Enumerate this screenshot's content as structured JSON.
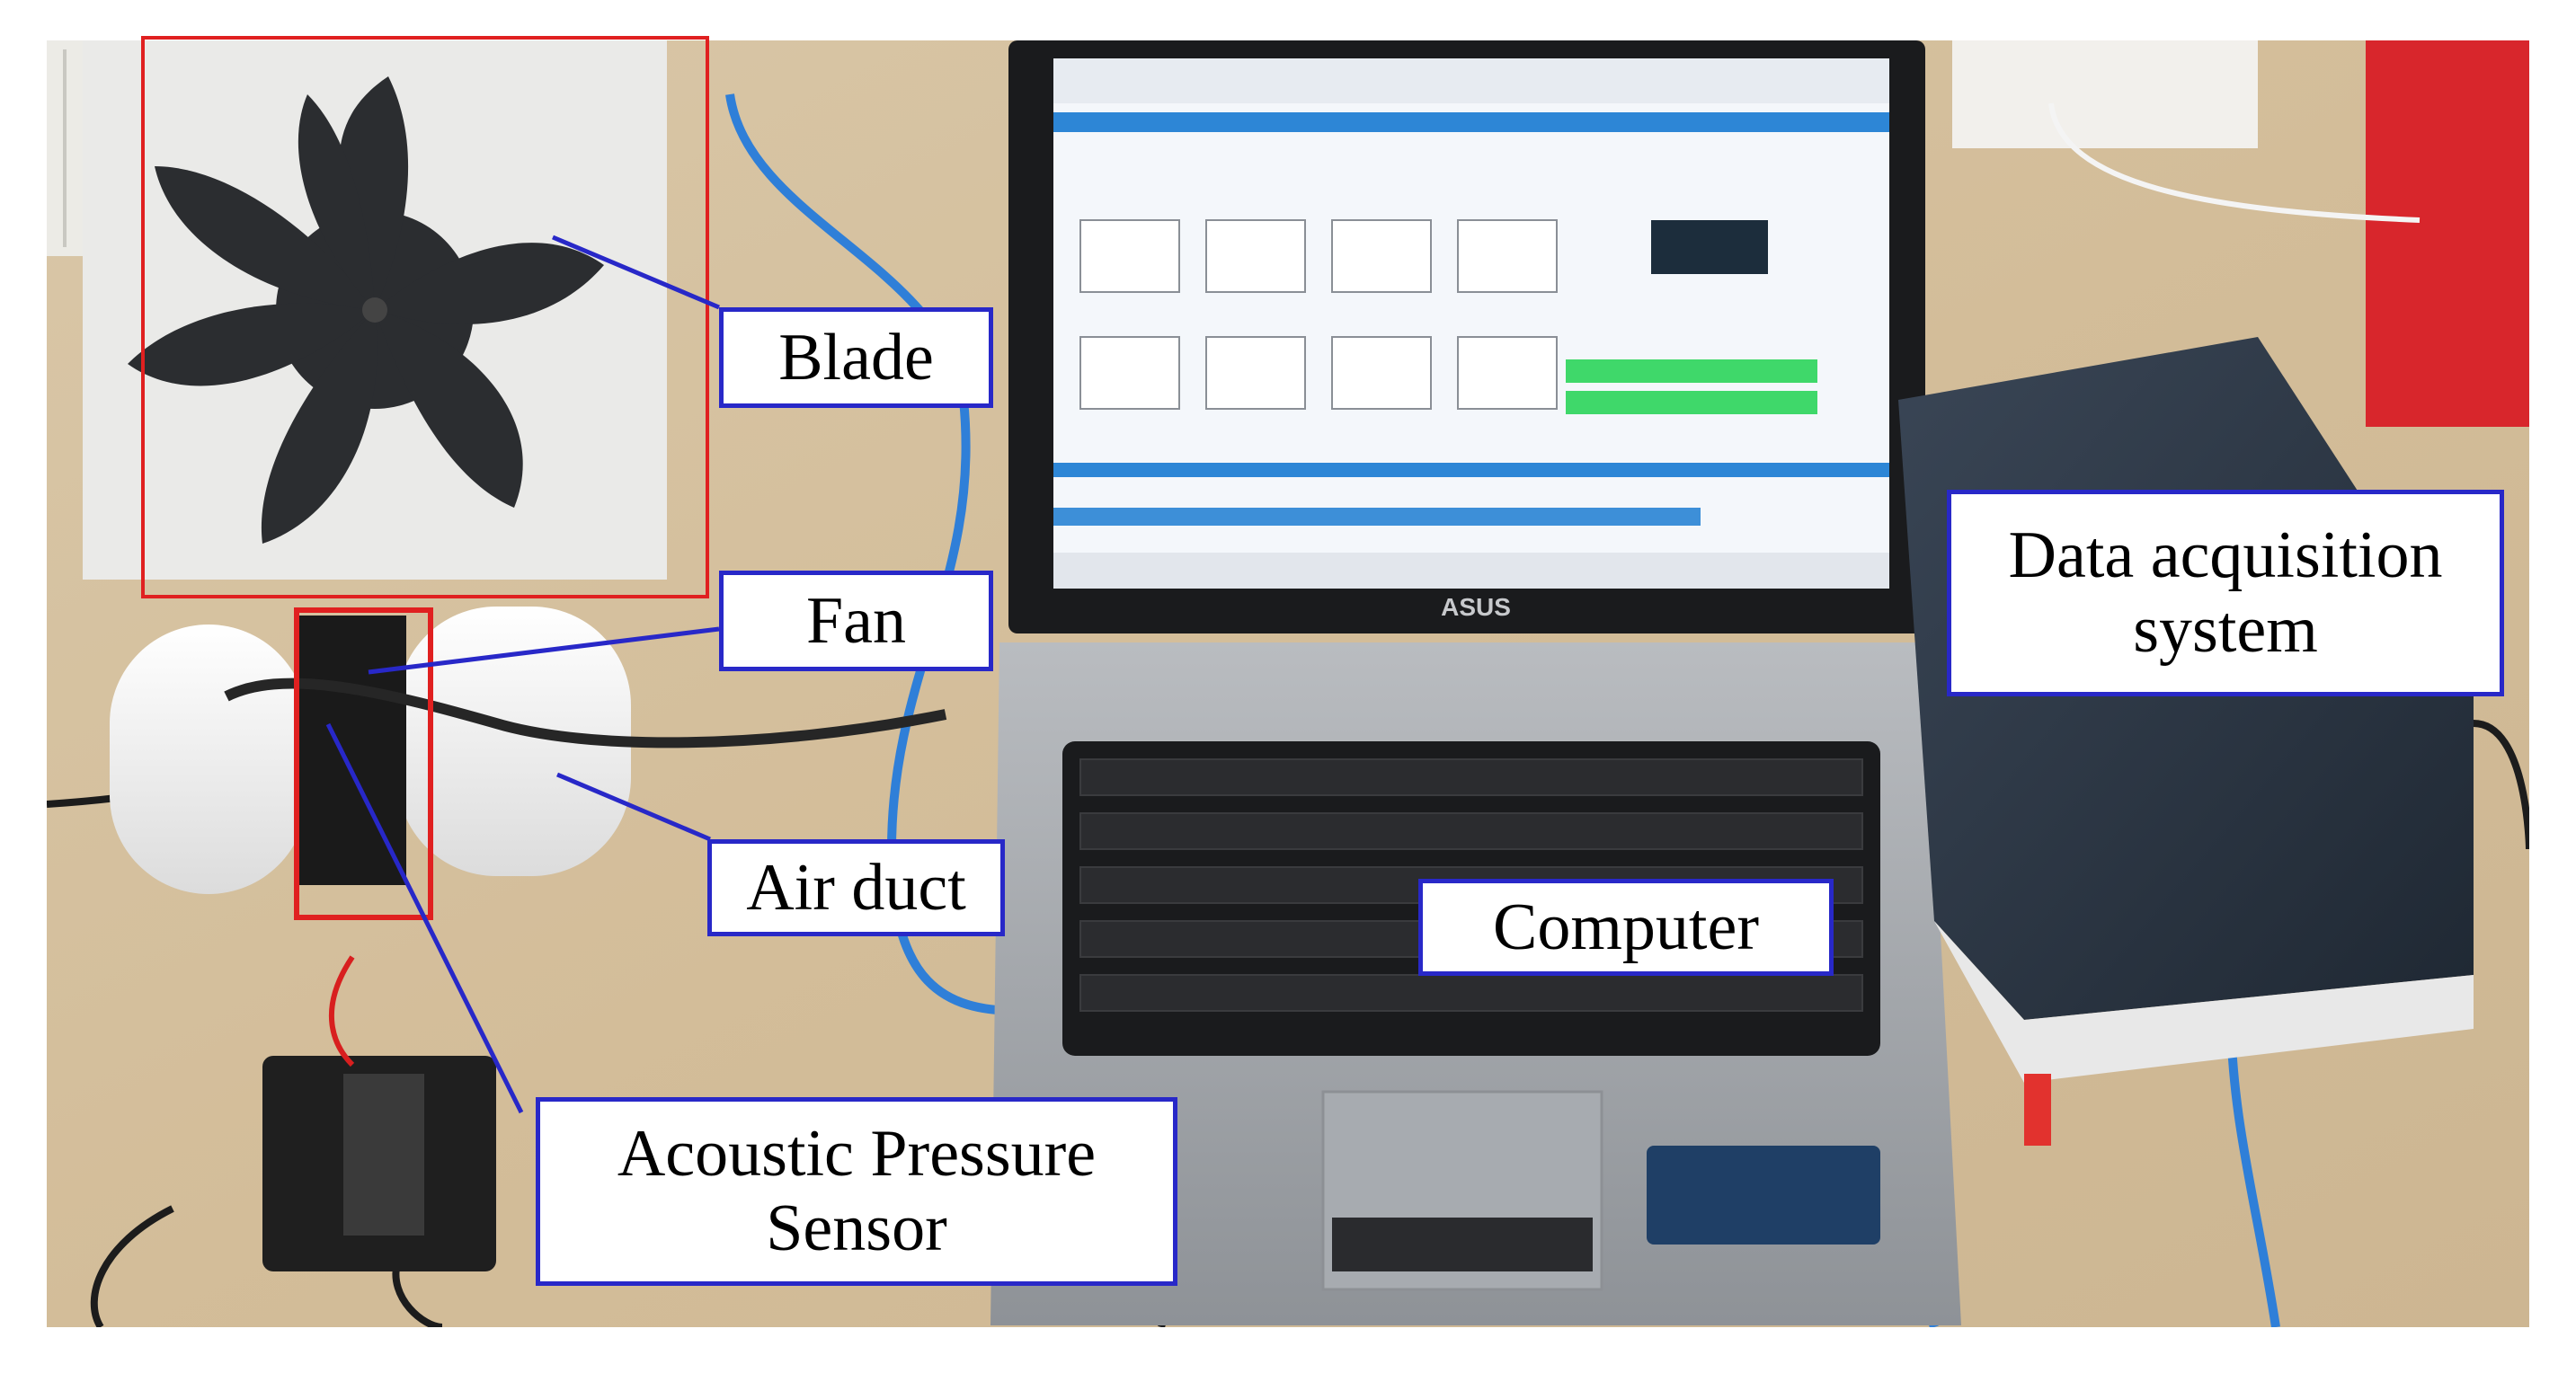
{
  "labels": {
    "blade": "Blade",
    "fan": "Fan",
    "air_duct": "Air duct",
    "computer": "Computer",
    "daq_line1": "Data acquisition",
    "daq_line2": "system",
    "sensor_line1": "Acoustic Pressure",
    "sensor_line2": "Sensor"
  },
  "device": {
    "laptop_brand": "ASUS"
  },
  "colors": {
    "label_border": "#2828c8",
    "highlight_box": "#e02020",
    "desk": "#d8c6a6",
    "cable": "#2f7fd8",
    "status_green": "#3fd86a",
    "screen_header": "#2d86d6"
  },
  "icons": {
    "fan_photo": "fan-blade-icon",
    "laptop": "laptop-icon",
    "daq_box": "data-acquisition-box-icon",
    "adapter": "power-adapter-icon"
  }
}
